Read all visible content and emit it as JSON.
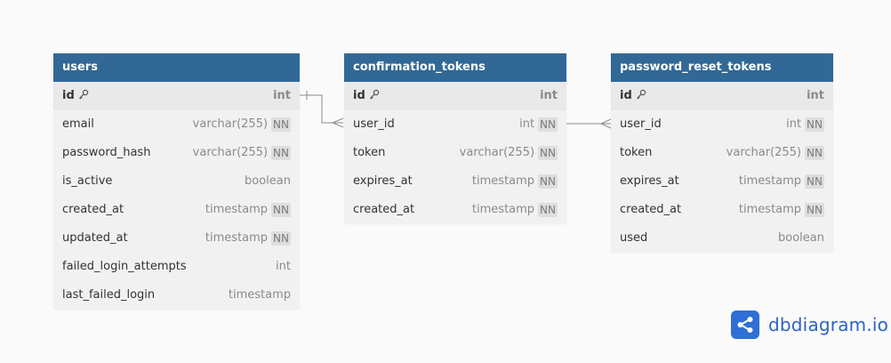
{
  "tables": {
    "users": {
      "title": "users",
      "columns": [
        {
          "name": "id",
          "type": "int",
          "nn": "",
          "pk": true
        },
        {
          "name": "email",
          "type": "varchar(255)",
          "nn": "NN"
        },
        {
          "name": "password_hash",
          "type": "varchar(255)",
          "nn": "NN"
        },
        {
          "name": "is_active",
          "type": "boolean",
          "nn": ""
        },
        {
          "name": "created_at",
          "type": "timestamp",
          "nn": "NN"
        },
        {
          "name": "updated_at",
          "type": "timestamp",
          "nn": "NN"
        },
        {
          "name": "failed_login_attempts",
          "type": "int",
          "nn": ""
        },
        {
          "name": "last_failed_login",
          "type": "timestamp",
          "nn": ""
        }
      ]
    },
    "confirmation_tokens": {
      "title": "confirmation_tokens",
      "columns": [
        {
          "name": "id",
          "type": "int",
          "nn": "",
          "pk": true
        },
        {
          "name": "user_id",
          "type": "int",
          "nn": "NN"
        },
        {
          "name": "token",
          "type": "varchar(255)",
          "nn": "NN"
        },
        {
          "name": "expires_at",
          "type": "timestamp",
          "nn": "NN"
        },
        {
          "name": "created_at",
          "type": "timestamp",
          "nn": "NN"
        }
      ]
    },
    "password_reset_tokens": {
      "title": "password_reset_tokens",
      "columns": [
        {
          "name": "id",
          "type": "int",
          "nn": "",
          "pk": true
        },
        {
          "name": "user_id",
          "type": "int",
          "nn": "NN"
        },
        {
          "name": "token",
          "type": "varchar(255)",
          "nn": "NN"
        },
        {
          "name": "expires_at",
          "type": "timestamp",
          "nn": "NN"
        },
        {
          "name": "created_at",
          "type": "timestamp",
          "nn": "NN"
        },
        {
          "name": "used",
          "type": "boolean",
          "nn": ""
        }
      ]
    }
  },
  "relationships": [
    {
      "from": "users.id",
      "to": "confirmation_tokens.user_id",
      "from_end": "one",
      "to_end": "many"
    },
    {
      "from": "confirmation_tokens.user_id",
      "to": "password_reset_tokens.user_id",
      "from_end": "none",
      "to_end": "many"
    }
  ],
  "icons": {
    "primary_key": "key-icon",
    "brand": "share-nodes-icon"
  },
  "colors": {
    "header": "#316896",
    "brand": "#2f6fd6"
  },
  "brand": {
    "text": "dbdiagram.io"
  }
}
